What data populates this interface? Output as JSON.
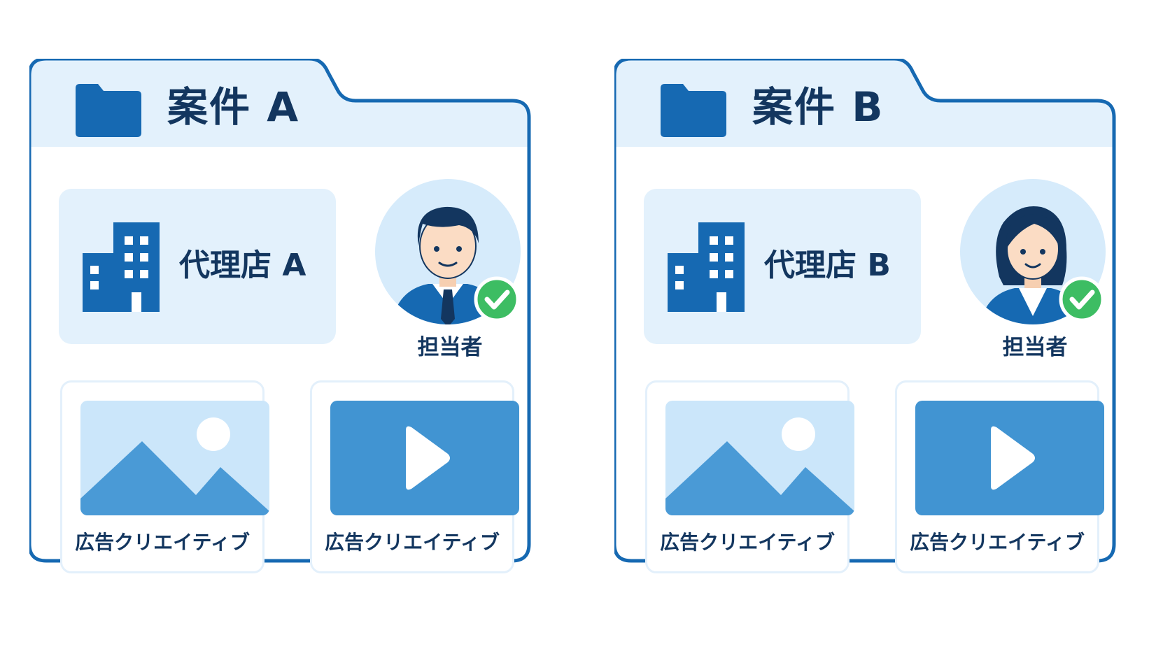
{
  "colors": {
    "border": "#1669b2",
    "header_bg": "#e3f1fc",
    "body_bg": "#ffffff",
    "text_dark": "#13365f",
    "icon_blue": "#1669b2",
    "thumb_light": "#cbe6fa",
    "thumb_mid": "#4a9ad6",
    "check_green": "#3dbd63"
  },
  "projects": [
    {
      "title": "案件 A",
      "agency": "代理店 A",
      "person_label": "担当者",
      "person": "man-icon",
      "creatives": [
        {
          "type": "image",
          "label": "広告クリエイティブ"
        },
        {
          "type": "video",
          "label": "広告クリエイティブ"
        }
      ]
    },
    {
      "title": "案件 B",
      "agency": "代理店 B",
      "person_label": "担当者",
      "person": "woman-icon",
      "creatives": [
        {
          "type": "image",
          "label": "広告クリエイティブ"
        },
        {
          "type": "video",
          "label": "広告クリエイティブ"
        }
      ]
    }
  ]
}
